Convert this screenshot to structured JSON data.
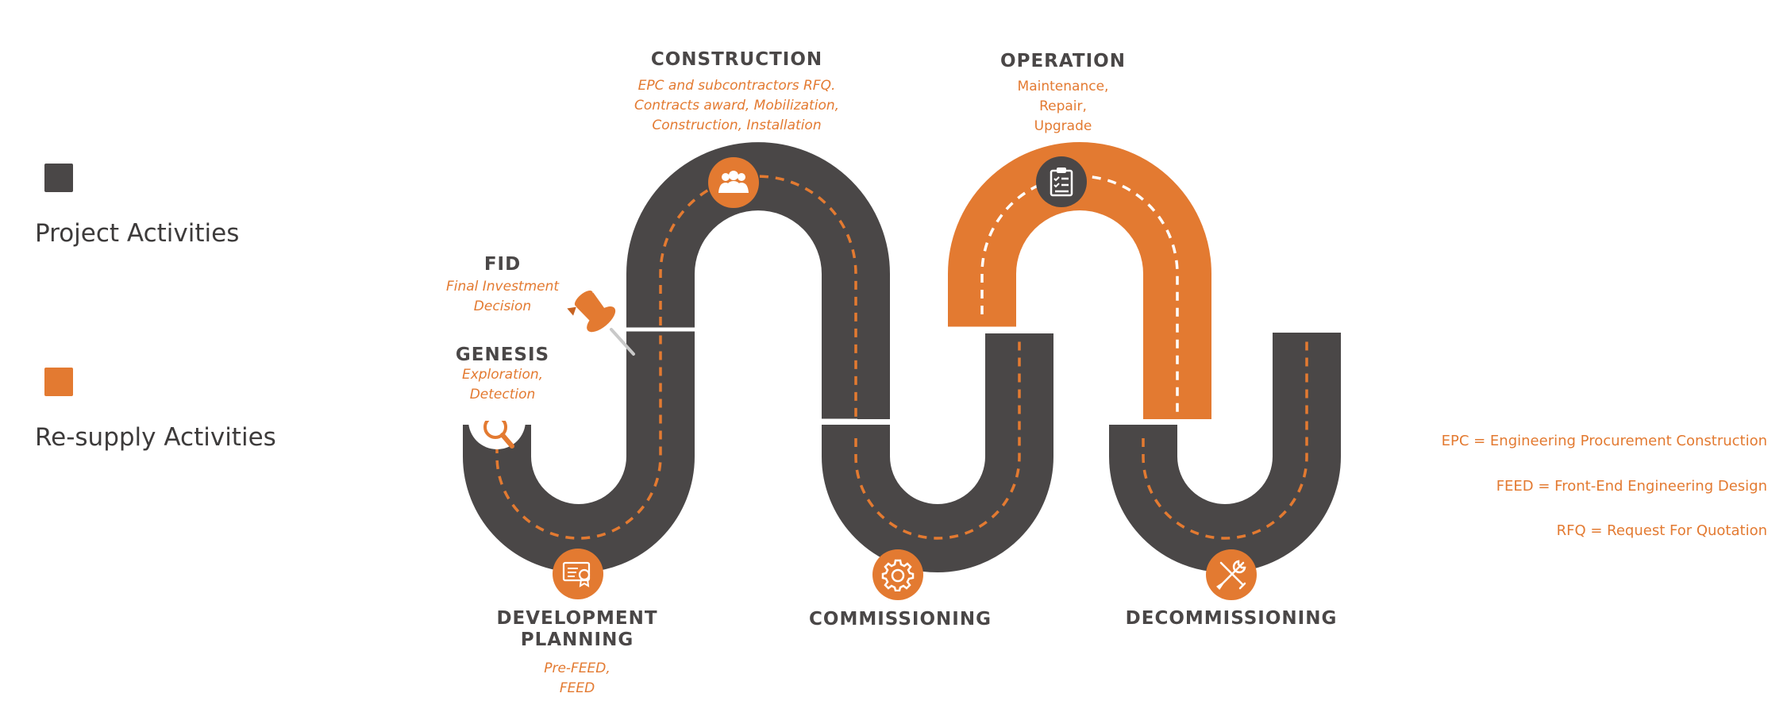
{
  "colors": {
    "project": "#4a4747",
    "resupply": "#e37a31",
    "text_dark": "#4a4747",
    "background": "#ffffff"
  },
  "legend": {
    "items": [
      {
        "label": "Project Activities",
        "color": "#4a4747"
      },
      {
        "label": "Re-supply Activities",
        "color": "#e37a31"
      }
    ]
  },
  "stages": {
    "genesis": {
      "title": "GENESIS",
      "desc": [
        "Exploration,",
        "Detection"
      ],
      "icon": "magnifier-icon"
    },
    "fid": {
      "title": "FID",
      "desc": [
        "Final Investment",
        "Decision"
      ],
      "icon": "pushpin-icon"
    },
    "construction": {
      "title": "CONSTRUCTION",
      "desc": [
        "EPC and subcontractors RFQ.",
        "Contracts award, Mobilization,",
        "Construction, Installation"
      ],
      "icon": "team-icon"
    },
    "operation": {
      "title": "OPERATION",
      "desc": [
        "Maintenance,",
        "Repair,",
        "Upgrade"
      ],
      "icon": "clipboard-icon"
    },
    "development": {
      "title_lines": [
        "DEVELOPMENT",
        "PLANNING"
      ],
      "desc": [
        "Pre-FEED,",
        "FEED"
      ],
      "icon": "certificate-icon"
    },
    "commissioning": {
      "title": "COMMISSIONING",
      "icon": "gear-icon"
    },
    "decommissioning": {
      "title": "DECOMMISSIONING",
      "icon": "tools-icon"
    }
  },
  "abbreviations": [
    "EPC = Engineering Procurement Construction",
    "FEED = Front-End Engineering Design",
    "RFQ = Request For Quotation"
  ]
}
